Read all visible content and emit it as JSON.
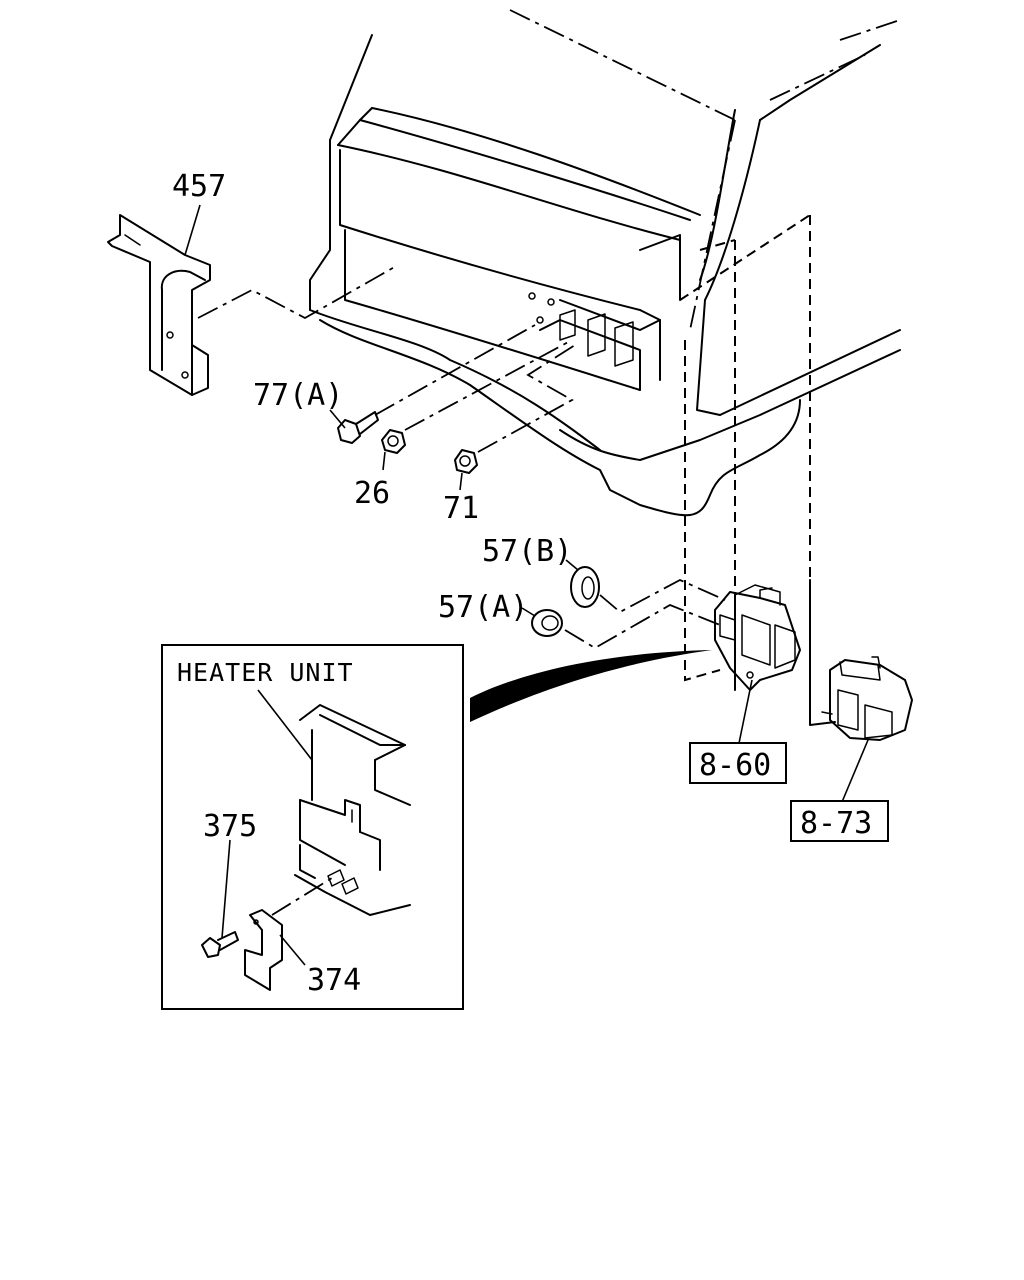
{
  "diagram": {
    "callouts": {
      "c457": "457",
      "c77a": "77(A)",
      "c26": "26",
      "c71": "71",
      "c57b": "57(B)",
      "c57a": "57(A)",
      "c860": "8-60",
      "c873": "8-73",
      "c375": "375",
      "c374": "374"
    },
    "inset": {
      "title": "HEATER UNIT"
    }
  }
}
